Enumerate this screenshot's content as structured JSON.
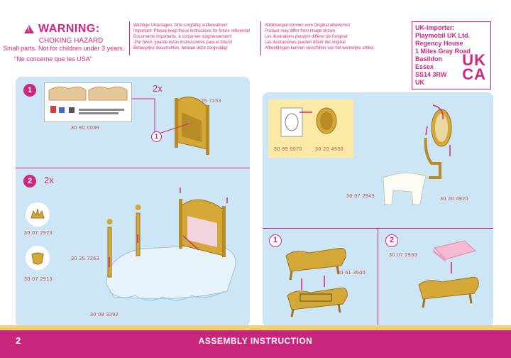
{
  "warning": {
    "title": "WARNING:",
    "subtitle": "CHOKING HAZARD",
    "line": "Small parts. Not for children under 3 years.",
    "usa": "\"Ne concerne que les USA\""
  },
  "instructions_col": [
    "Wichtige Unterlagen, bitte sorgfältig aufbewahren!",
    "Important: Please keep these instructions for future reference!",
    "Documents importants, à conserver soigneusement!",
    "¡Por favor, guarde estas instrucciones para el futuro!",
    "Belangrijke documenten, bewaar deze zorgvuldig!"
  ],
  "images_col": [
    "Abbildungen können vom Original abweichen",
    "Product may differ from image shown.",
    "Les illustrations peuvent différer de l'original",
    "Las ilustraciones pueden diferir del original",
    "Afbeeldingen kunnen verschillen van het werkelijke artikel."
  ],
  "importer": {
    "lines": [
      "UK-Importer:",
      "Playmobil UK Ltd.",
      "Regency House",
      "1 Miles Gray Road",
      "Basildon",
      "Essex",
      "SS14 3RW",
      "UK"
    ],
    "mark_top": "UK",
    "mark_bottom": "CA"
  },
  "step1": {
    "num": "1",
    "qty": "2x",
    "sheet_part": "30 80 0036",
    "headboard_part": "30 25 7253",
    "callout": "1"
  },
  "step2": {
    "num": "2",
    "qty": "2x",
    "finial1": "30 07 2923",
    "finial2": "30 07 2913",
    "post_part": "30 25 7263",
    "bed_part": "30 08 3392"
  },
  "right": {
    "mirror_back": "30 89 0070",
    "mirror_frame": "30 20 4930",
    "table_top": "30 07 2943",
    "table_base": "30 20 4920",
    "sub1": "1",
    "sub2": "2",
    "bench_frame": "30 61 3500",
    "cushion": "30 07 2933"
  },
  "footer": {
    "page": "2",
    "title": "ASSEMBLY INSTRUCTION"
  },
  "colors": {
    "accent": "#d0267f",
    "panel": "#cde6f5",
    "gold": "#d4a836"
  }
}
